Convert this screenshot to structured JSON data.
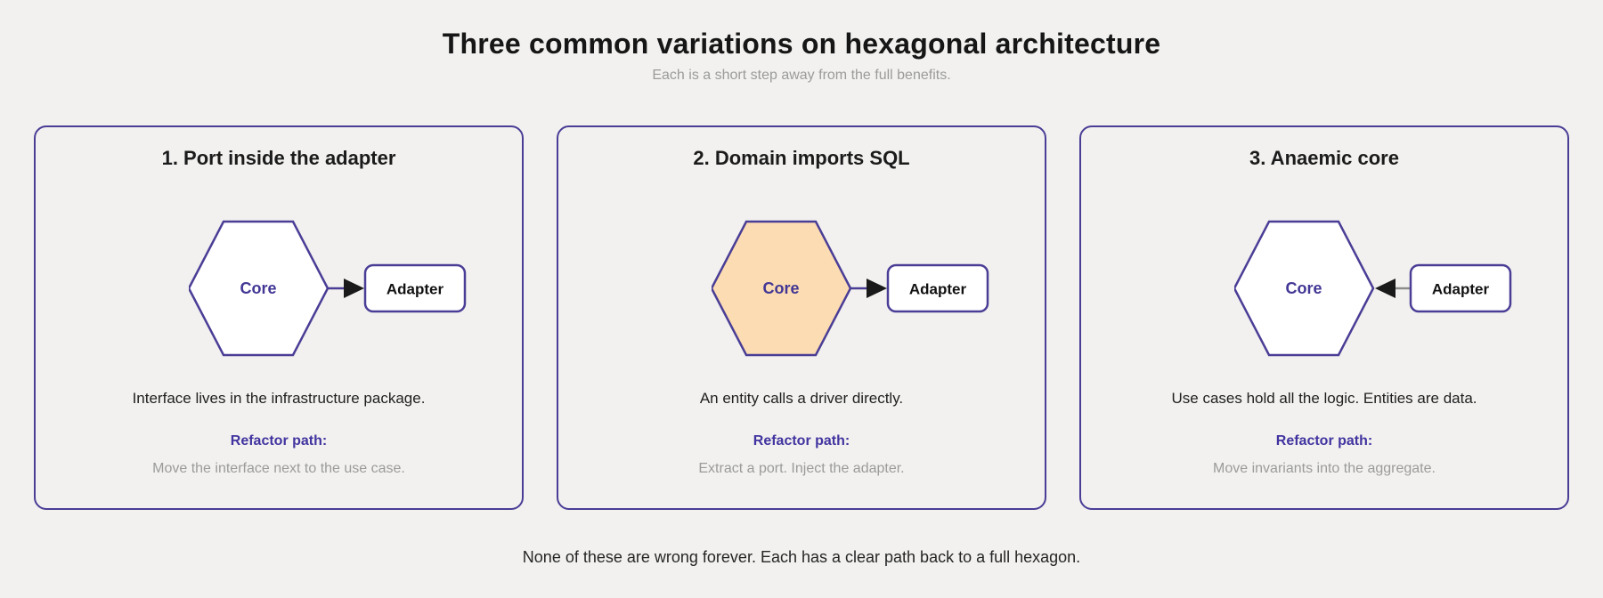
{
  "header": {
    "title": "Three common variations on hexagonal architecture",
    "subtitle": "Each is a short step away from the full benefits."
  },
  "panels": [
    {
      "heading": "1. Port inside the adapter",
      "core_label": "Core",
      "core_fill": "#ffffff",
      "adapter_label": "Adapter",
      "arrow_direction": "right",
      "arrow_line_color": "#4a3d96",
      "description": "Interface lives in the infrastructure package.",
      "refactor_label": "Refactor path:",
      "refactor_text": "Move the interface next to the use case."
    },
    {
      "heading": "2. Domain imports SQL",
      "core_label": "Core",
      "core_fill": "#fcdcb2",
      "adapter_label": "Adapter",
      "arrow_direction": "right",
      "arrow_line_color": "#4a3d96",
      "description": "An entity calls a driver directly.",
      "refactor_label": "Refactor path:",
      "refactor_text": "Extract a port. Inject the adapter."
    },
    {
      "heading": "3. Anaemic core",
      "core_label": "Core",
      "core_fill": "#ffffff",
      "adapter_label": "Adapter",
      "arrow_direction": "left",
      "arrow_line_color": "#8c8c8c",
      "description": "Use cases hold all the logic. Entities are data.",
      "refactor_label": "Refactor path:",
      "refactor_text": "Move invariants into the aggregate."
    }
  ],
  "footer": {
    "note": "None of these are wrong forever. Each has a clear path back to a full hexagon."
  },
  "colors": {
    "background": "#f2f1ef",
    "outline_indigo": "#4a3d96",
    "core_text_indigo": "#423795",
    "refactor_label_indigo": "#4134a0",
    "highlight_peach": "#fcdcb2",
    "arrowhead_black": "#1a1a1a",
    "muted_gray": "#9b9b9b"
  }
}
